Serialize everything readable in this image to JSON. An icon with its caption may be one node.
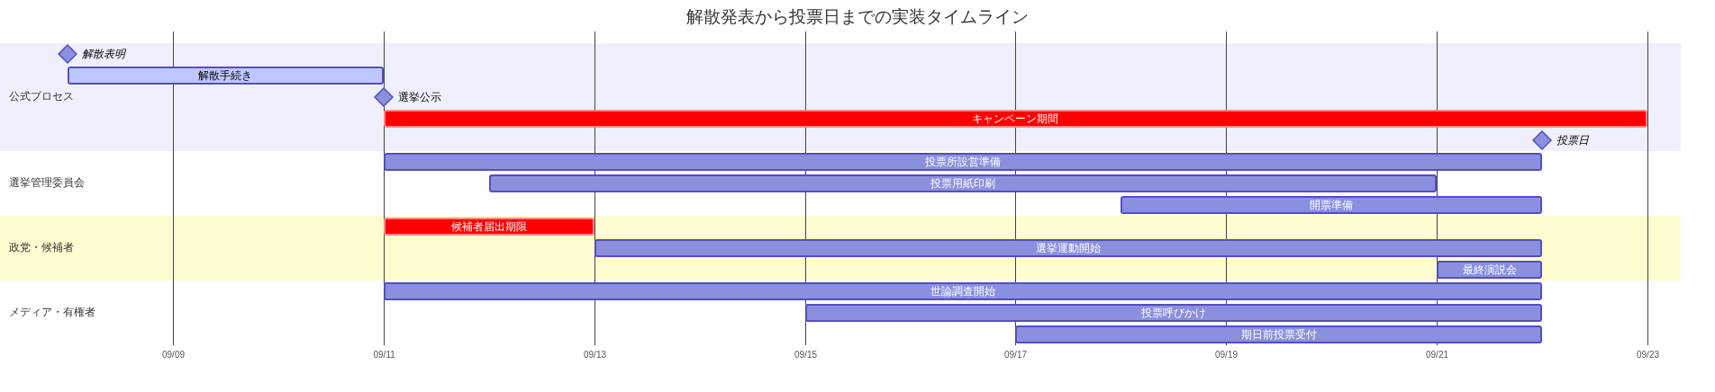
{
  "diagram": {
    "title": "解散発表から投票日までの実装タイムライン",
    "nodes": [
      {
        "text": [
          "公式プロセス"
        ]
      },
      {
        "text": [],
        "shape": "diamond",
        "beside": [
          "解散表明"
        ],
        "in": 0
      },
      {
        "text": [
          "解散手続き"
        ],
        "in": 0
      },
      {
        "text": [],
        "shape": "diamond",
        "beside": [
          "選挙公示"
        ],
        "in": 0
      },
      {
        "text": [
          "キャンペーン期間"
        ],
        "in": 0
      },
      {
        "text": [],
        "shape": "diamond",
        "beside": [
          "投票日"
        ],
        "in": 0
      },
      {
        "text": [
          "選挙管理委員会"
        ]
      },
      {
        "text": [
          "投票所設営準備"
        ],
        "in": 6
      },
      {
        "text": [
          "投票用紙印刷"
        ],
        "in": 6
      },
      {
        "text": [
          "開票準備"
        ],
        "in": 6
      },
      {
        "text": [
          "政党・候補者"
        ]
      },
      {
        "text": [
          "候補者届出期限"
        ],
        "in": 10
      },
      {
        "text": [
          "選挙運動開始"
        ],
        "in": 10
      },
      {
        "text": [
          "最終演説会"
        ],
        "in": 10
      },
      {
        "text": [
          "メディア・有権者"
        ]
      },
      {
        "text": [
          "世論調査開始"
        ],
        "in": 14
      },
      {
        "text": [
          "投票呼びかけ"
        ],
        "in": 14
      },
      {
        "text": [
          "期日前投票受付"
        ],
        "in": 14
      }
    ],
    "labels": [
      "09/09",
      "09/11",
      "09/13",
      "09/15",
      "09/17",
      "09/19",
      "09/21",
      "09/23"
    ]
  }
}
